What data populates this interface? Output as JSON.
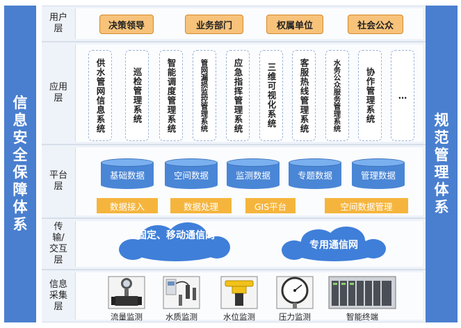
{
  "left_bar": "信息安全保障体系",
  "right_bar": "规范管理体系",
  "layers": {
    "user": {
      "label": "用户层",
      "items": [
        "决策领导",
        "业务部门",
        "权属单位",
        "社会公众"
      ]
    },
    "application": {
      "label": "应用层",
      "items": [
        "供水管网信息系统",
        "巡检管理系统",
        "智能调度管理系统",
        "管网漏损监控管理系统",
        "应急指挥管理系统",
        "三维可视化系统",
        "客服热线管理系统",
        "水务公众服务管理系统",
        "协作管理系统",
        "…"
      ]
    },
    "platform": {
      "label": "平台层",
      "databases": [
        "基础数据",
        "空间数据",
        "监测数据",
        "专题数据",
        "管理数据"
      ],
      "functions": [
        "数据接入",
        "数据处理",
        "GIS平台",
        "空间数据管理"
      ]
    },
    "transport": {
      "label": "传输/交互层",
      "networks": [
        "固定、移动通信网",
        "专用通信网"
      ]
    },
    "collection": {
      "label": "信息采集层",
      "devices": [
        "流量监测",
        "水质监测",
        "水位监测",
        "压力监测",
        "智能终端"
      ]
    }
  },
  "colors": {
    "side_bar": "#4a7fcf",
    "user_button": "#f7c27a",
    "database": "#4a86d6",
    "function_bar": "#f5b53d",
    "cloud": "#3f7fd9"
  }
}
